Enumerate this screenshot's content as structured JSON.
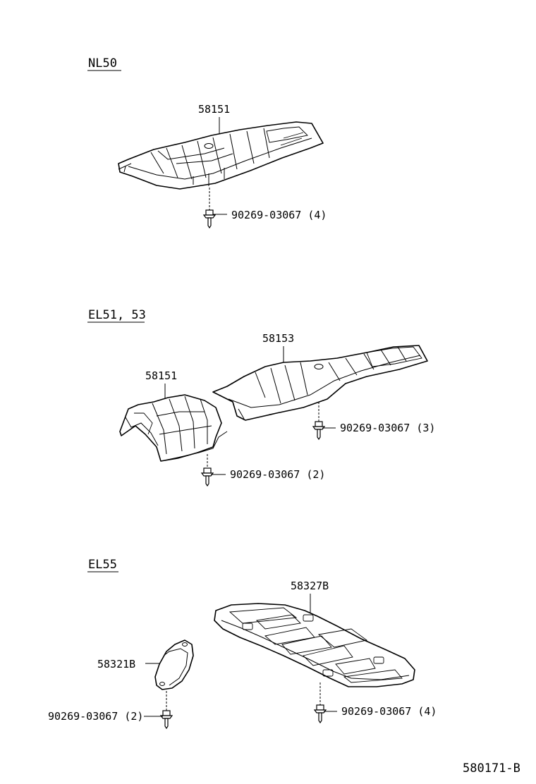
{
  "sections": {
    "nl50": {
      "header": "NL50",
      "part_label": "58151",
      "bolt_label": "90269-03067 (4)"
    },
    "el51": {
      "header": "EL51, 53",
      "part_label_front": "58151",
      "part_label_rear": "58153",
      "bolt_label_rear": "90269-03067 (3)",
      "bolt_label_front": "90269-03067 (2)"
    },
    "el55": {
      "header": "EL55",
      "part_label_large": "58327B",
      "part_label_small": "58321B",
      "bolt_label_small": "90269-03067 (2)",
      "bolt_label_large": "90269-03067 (4)"
    }
  },
  "diagram_id": "580171-B"
}
